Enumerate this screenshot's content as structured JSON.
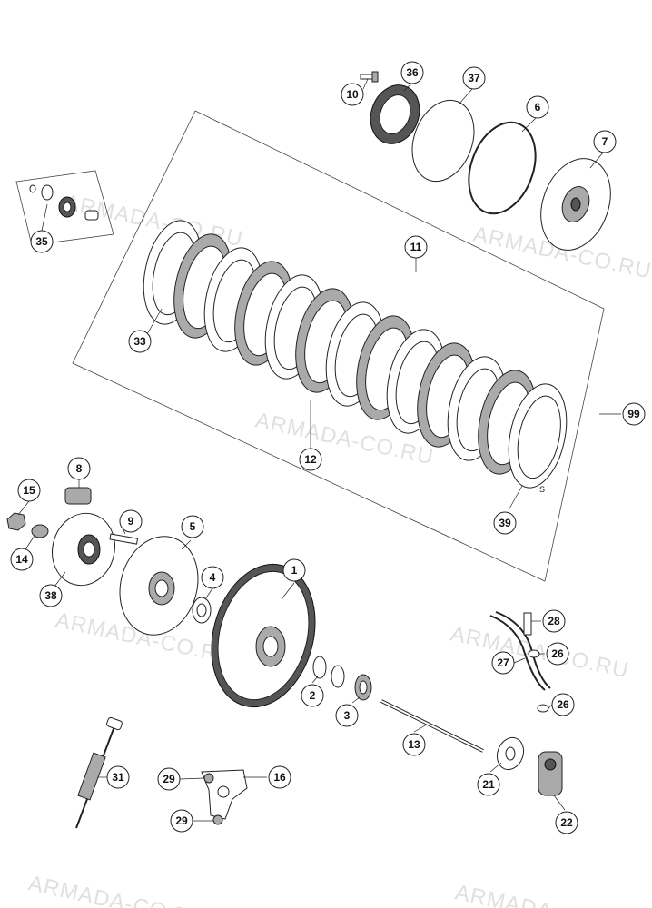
{
  "watermarks": [
    "ARMADA-CO.RU",
    "ARMADA-CO.RU",
    "ARMADA-CO.RU",
    "ARMADA-CO.RU",
    "ARMADA-CO.RU",
    "ARMADA-CO.RU",
    "ARMADA-CO.RU"
  ],
  "plate_mark": "S",
  "callouts": {
    "c1": "1",
    "c2": "2",
    "c3": "3",
    "c4": "4",
    "c5": "5",
    "c6": "6",
    "c7": "7",
    "c8": "8",
    "c9": "9",
    "c10": "10",
    "c11": "11",
    "c12": "12",
    "c13": "13",
    "c14": "14",
    "c15": "15",
    "c16": "16",
    "c21": "21",
    "c22": "22",
    "c26a": "26",
    "c26b": "26",
    "c27": "27",
    "c28": "28",
    "c29a": "29",
    "c29b": "29",
    "c31": "31",
    "c33": "33",
    "c35": "35",
    "c36": "36",
    "c37": "37",
    "c38": "38",
    "c39": "39",
    "c99": "99"
  }
}
